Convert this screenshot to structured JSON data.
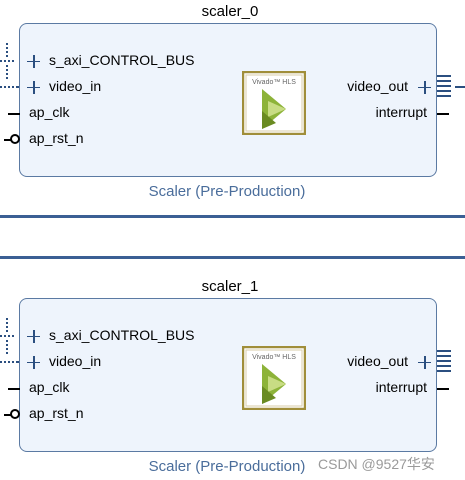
{
  "blocks": [
    {
      "instance_name": "scaler_0",
      "ip_name": "Scaler (Pre-Production)",
      "logo_text": "Vivado™ HLS",
      "left_ports": [
        "s_axi_CONTROL_BUS",
        "video_in",
        "ap_clk",
        "ap_rst_n"
      ],
      "right_ports": [
        "video_out",
        "interrupt"
      ]
    },
    {
      "instance_name": "scaler_1",
      "ip_name": "Scaler (Pre-Production)",
      "logo_text": "Vivado™ HLS",
      "left_ports": [
        "s_axi_CONTROL_BUS",
        "video_in",
        "ap_clk",
        "ap_rst_n"
      ],
      "right_ports": [
        "video_out",
        "interrupt"
      ]
    }
  ],
  "watermark": "CSDN @9527华安",
  "colors": {
    "block_fill": "#eef4fc",
    "block_border": "#5b7aa3",
    "ip_label": "#4a6d9b",
    "bus": "#2b4f80",
    "separator": "#3b5f94",
    "logo_frame": "#a08e3a",
    "logo_green": "#8db339"
  }
}
